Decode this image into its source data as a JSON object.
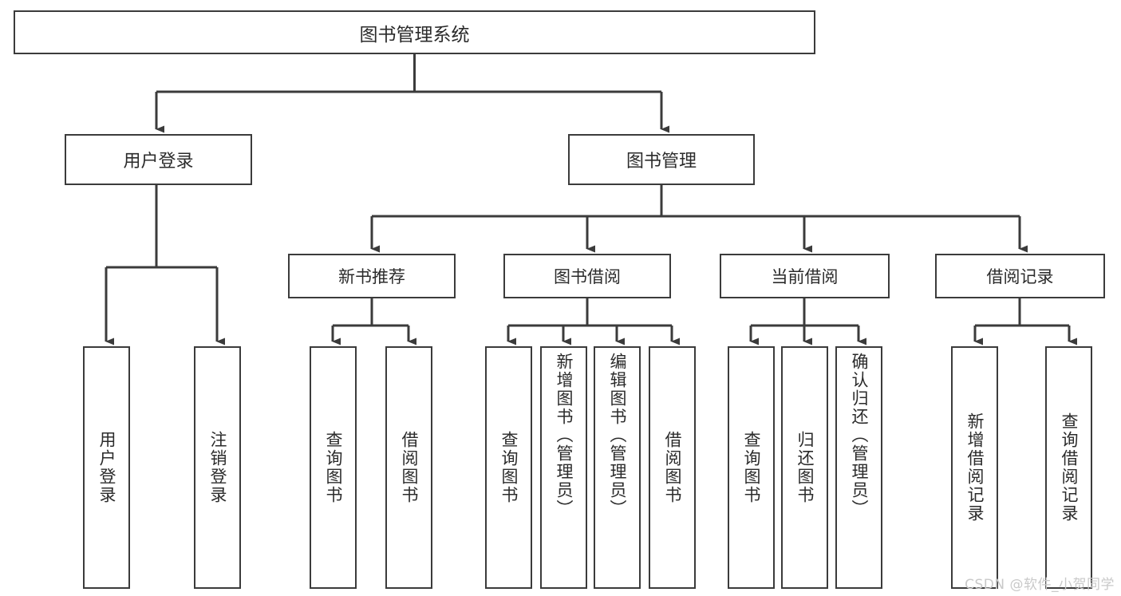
{
  "diagram": {
    "title": "图书管理系统",
    "type": "tree",
    "root": {
      "label": "图书管理系统"
    },
    "level2": [
      {
        "label": "用户登录"
      },
      {
        "label": "图书管理"
      }
    ],
    "level3": [
      {
        "label": "新书推荐"
      },
      {
        "label": "图书借阅"
      },
      {
        "label": "当前借阅"
      },
      {
        "label": "借阅记录"
      }
    ],
    "leaves": {
      "user_login": [
        {
          "label": "用户登录"
        },
        {
          "label": "注销登录"
        }
      ],
      "new_book_recommend": [
        {
          "label": "查询图书"
        },
        {
          "label": "借阅图书"
        }
      ],
      "book_borrow": [
        {
          "label": "查询图书"
        },
        {
          "label": "新增图书（管理员）"
        },
        {
          "label": "编辑图书（管理员）"
        },
        {
          "label": "借阅图书"
        }
      ],
      "current_borrow": [
        {
          "label": "查询图书"
        },
        {
          "label": "归还图书"
        },
        {
          "label": "确认归还（管理员）"
        }
      ],
      "borrow_record": [
        {
          "label": "新增借阅记录"
        },
        {
          "label": "查询借阅记录"
        }
      ]
    }
  },
  "watermark": {
    "text": "CSDN @软件_小贺同学"
  },
  "colors": {
    "box_border": "#3b3b3b",
    "box_fill": "#ffffff",
    "line": "#3b3b3b",
    "text": "#2b2b2b",
    "watermark": "#c9c9c9"
  }
}
